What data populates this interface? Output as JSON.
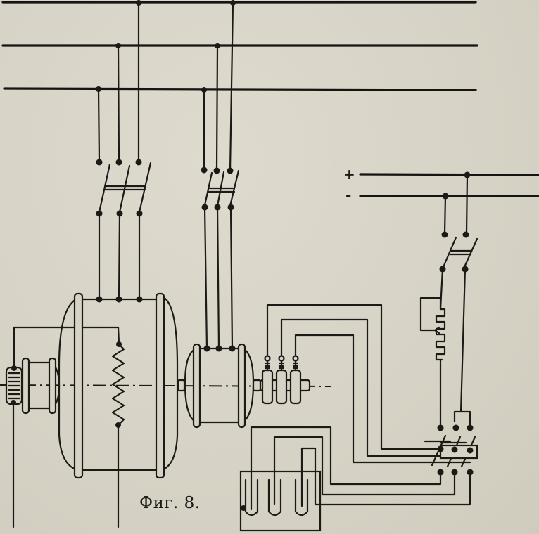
{
  "figure": {
    "caption": "Фиг. 8.",
    "dc_supply": {
      "plus_label": "+",
      "minus_label": "-"
    },
    "components": [
      "three-phase-busbars",
      "main-knife-switch",
      "motor-knife-switch",
      "exciter",
      "synchronous-generator",
      "field-winding",
      "slip-ring-motor",
      "slip-rings",
      "starting-rheostat",
      "dc-knife-switch",
      "field-regulator",
      "changeover-switch"
    ]
  }
}
